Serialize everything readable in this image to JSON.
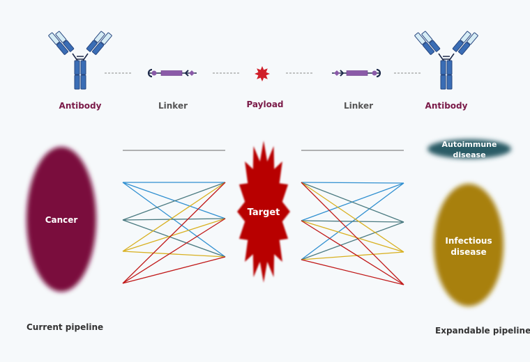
{
  "components": {
    "antibody_left": "Antibody",
    "linker_left": "Linker",
    "payload": "Payload",
    "linker_right": "Linker",
    "antibody_right": "Antibody"
  },
  "center": {
    "target": "Target"
  },
  "diseases": {
    "cancer": "Cancer",
    "autoimmune_line1": "Autoimmune",
    "autoimmune_line2": "disease",
    "infectious_line1": "Infectious",
    "infectious_line2": "disease"
  },
  "pipelines": {
    "current": "Current pipeline",
    "expandable": "Expandable pipeline"
  },
  "colors": {
    "label_accent": "#7a1a48",
    "label_gray": "#555555",
    "target": "#b80000",
    "cancer": "#7a0f3e",
    "autoimmune": "#2a5c66",
    "infectious": "#a8800a",
    "link_blue": "#2f8fd0",
    "link_teal": "#4a7a80",
    "link_yellow": "#d8b020",
    "link_red": "#c01818"
  }
}
